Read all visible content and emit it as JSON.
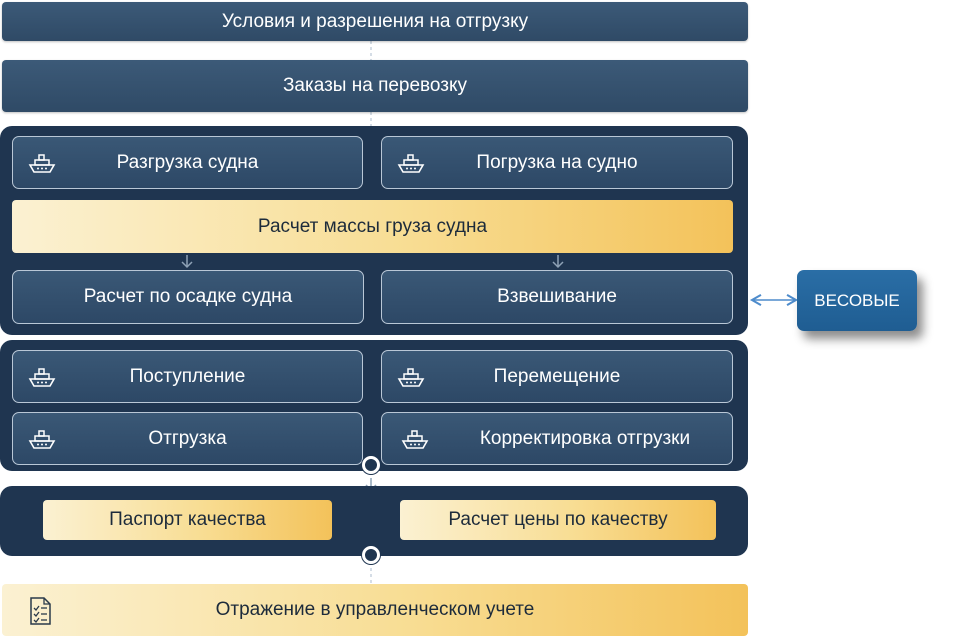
{
  "top_bars": {
    "conditions": "Условия и разрешения на отгрузку",
    "orders": "Заказы на перевозку"
  },
  "panel_vessel": {
    "unloading": "Разгрузка судна",
    "loading": "Погрузка на судно",
    "mass_calc": "Расчет массы груза судна",
    "draft_calc": "Расчет по осадке судна",
    "weighing": "Взвешивание"
  },
  "side": {
    "scales": "ВЕСОВЫЕ"
  },
  "panel_movements": {
    "receipt": "Поступление",
    "transfer": "Перемещение",
    "shipment": "Отгрузка",
    "shipment_adjustment": "Корректировка отгрузки"
  },
  "panel_quality": {
    "passport": "Паспорт качества",
    "price_calc": "Расчет цены по качеству"
  },
  "bottom_bar": {
    "accounting": "Отражение в управленческом учете"
  },
  "colors": {
    "navy_panel": "#1f3550",
    "card_blue": "#34506e",
    "gold": "#f6d27a",
    "scales_blue": "#2466a0",
    "connector": "#b8c6d4"
  },
  "icons": {
    "ship": "ship-icon",
    "document": "checklist-document-icon"
  }
}
